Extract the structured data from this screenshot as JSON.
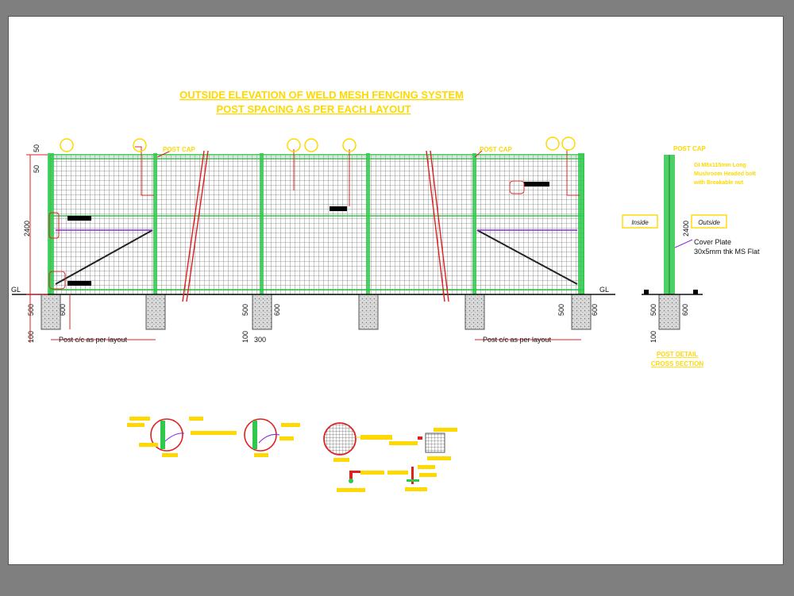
{
  "title": {
    "line1": "OUTSIDE ELEVATION OF WELD MESH FENCING SYSTEM",
    "line2": "POST SPACING AS PER EACH LAYOUT"
  },
  "labels": {
    "gl_left": "GL",
    "gl_right": "GL",
    "post_cap_1": "POST CAP",
    "post_cap_2": "POST CAP",
    "post_cap_3": "POST CAP",
    "inside": "Inside",
    "outside": "Outside",
    "cover_plate_1": "Cover Plate",
    "cover_plate_2": "30x5mm thk MS Flat",
    "bolt_note_1": "GI M8x115mm Long",
    "bolt_note_2": "Mushroom Headed bolt",
    "bolt_note_3": "with Breakable nut",
    "post_detail_1": "POST DETAIL",
    "post_detail_2": "CROSS SECTION"
  },
  "dimensions": {
    "top_50": "50",
    "left_50": "50",
    "height_2400": "2400",
    "right_2400": "2400",
    "footing_500_a": "500",
    "footing_500_b": "500",
    "footing_500_c": "500",
    "footing_500_d": "500",
    "footing_600_a": "600",
    "footing_600_b": "600",
    "footing_600_c": "600",
    "footing_600_d": "600",
    "base_100_a": "100",
    "base_100_b": "100",
    "base_100_c": "100",
    "spacing_300": "300",
    "post_cc_left": "Post c/c as per layout",
    "post_cc_right": "Post c/c as per layout"
  },
  "colors": {
    "mesh": "#7a7a7a",
    "post": "#2ec84a",
    "red": "#e02020",
    "yellow": "#ffd800",
    "purple": "#8a2be2",
    "footing": "#9a9a9a"
  }
}
